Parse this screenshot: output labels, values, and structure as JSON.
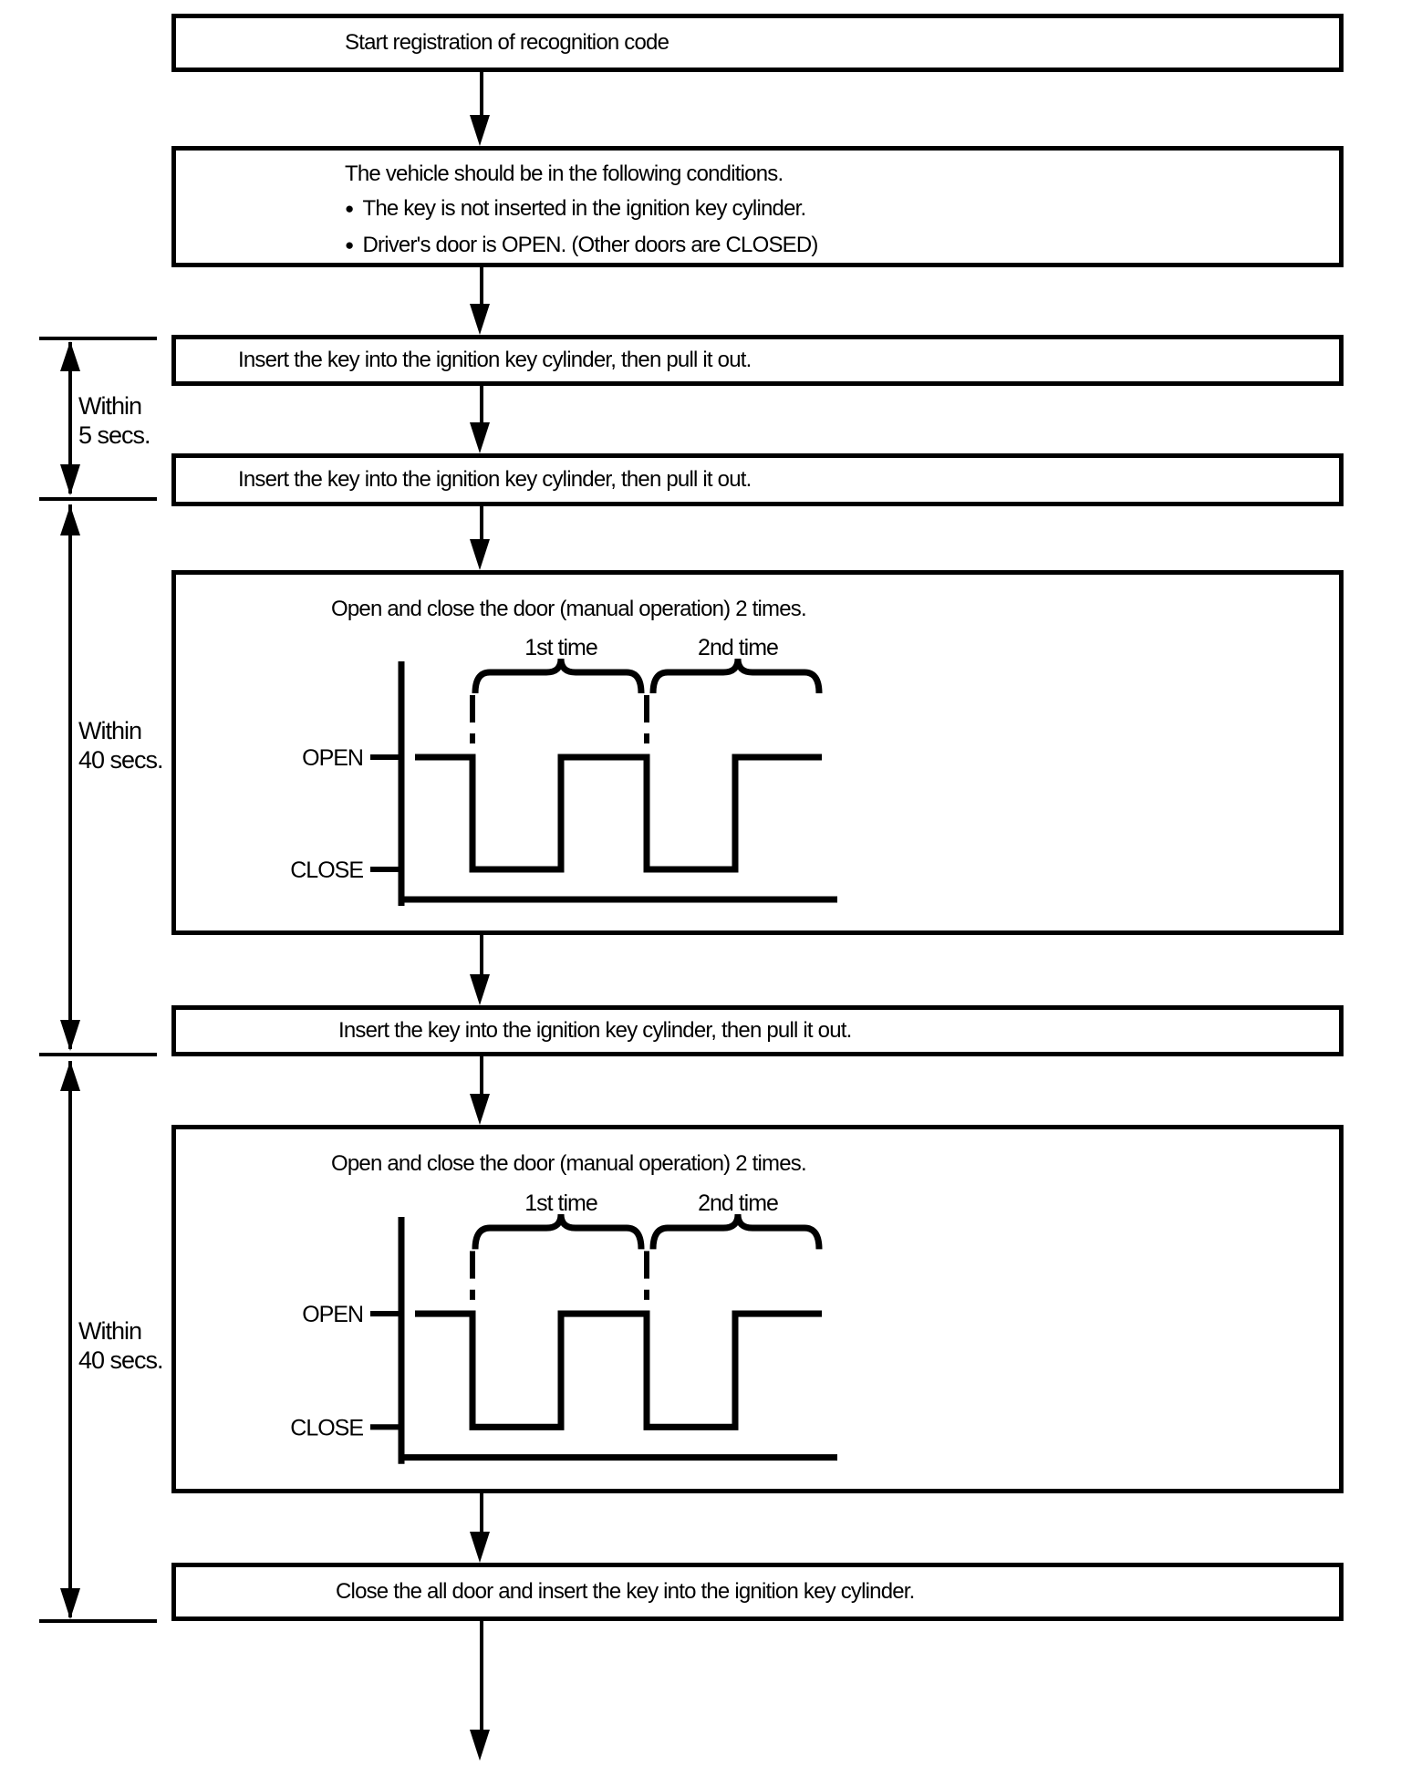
{
  "page": {
    "paper_color": "#ffffff",
    "ink_color": "#000000"
  },
  "flowchart": {
    "start_box": {
      "label": "Start registration of recognition code"
    },
    "conditions_box": {
      "title": "The vehicle should be in the following conditions.",
      "bullet_glyph": "●",
      "bullets": [
        "The key is not inserted in the ignition key cylinder.",
        "Driver's door is OPEN. (Other doors are CLOSED)"
      ]
    },
    "insert_key_box_1": {
      "label": "Insert the key into the ignition key cylinder, then pull it out."
    },
    "insert_key_box_2": {
      "label": "Insert the key into the ignition key cylinder, then pull it out."
    },
    "insert_key_box_3": {
      "label": "Insert the key into the ignition key cylinder, then pull it out."
    },
    "close_all_doors_box": {
      "label": "Close the all door and insert the key into the ignition key cylinder."
    },
    "timing_constraints": {
      "within_5_line1": "Within",
      "within_5_line2": "5 secs.",
      "within_40_first_line1": "Within",
      "within_40_first_line2": "40 secs.",
      "within_40_second_line1": "Within",
      "within_40_second_line2": "40 secs."
    }
  },
  "door_diagram": {
    "title": "Open and close the door (manual operation) 2 times.",
    "first_cycle_label": "1st time",
    "second_cycle_label": "2nd time",
    "open_label": "OPEN",
    "close_label": "CLOSE",
    "sequence": "OPEN, CLOSE, OPEN, CLOSE, OPEN"
  }
}
